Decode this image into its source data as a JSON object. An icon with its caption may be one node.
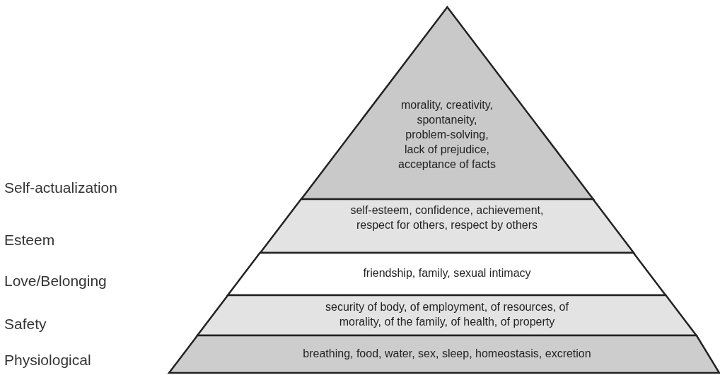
{
  "diagram": {
    "nodes": [
      {
        "text": [
          "morality, creativity, spontaneity, problem-solving, lack of prejudice, acceptance of facts"
        ]
      },
      {
        "text": [
          "self-esteem, confidence, achievement, respect for others, respect by others"
        ]
      },
      {
        "text": [
          "friendship, family, sexual intimacy"
        ]
      },
      {
        "text": [
          "security of body, of employment, of resources, of morality, of the family, of health, of property"
        ]
      },
      {
        "text": [
          "breathing, food, water, sex, sleep, homeostasis, excretion"
        ]
      }
    ],
    "labels": [
      "Self-actualization",
      "Esteem",
      "Love/Belonging",
      "Safety",
      "Physiological"
    ]
  }
}
